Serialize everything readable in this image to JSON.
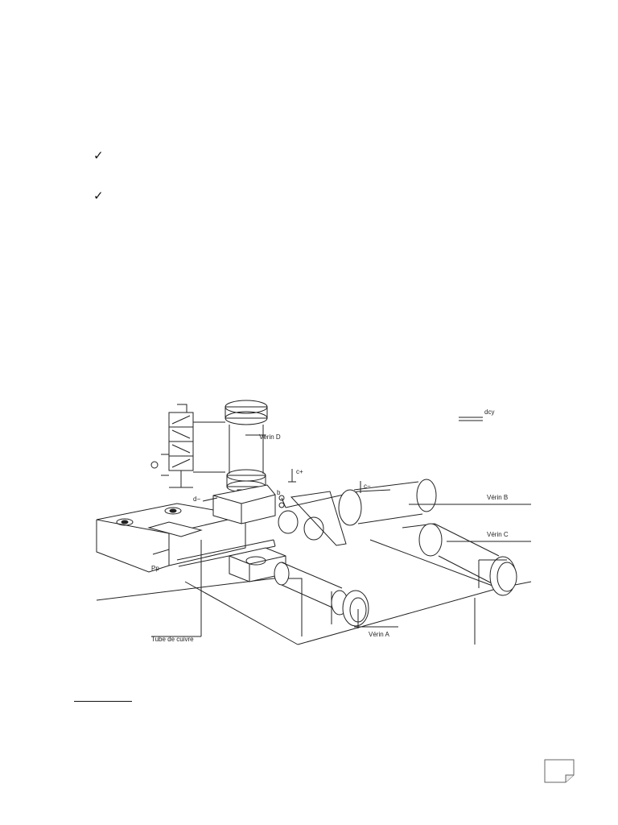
{
  "bullets": [
    {
      "icon": "checkmark-icon",
      "glyph": "✓"
    },
    {
      "icon": "checkmark-icon",
      "glyph": "✓"
    }
  ],
  "figure": {
    "labels": {
      "verin_d": "Vérin D",
      "verin_b": "Vérin B",
      "verin_c": "Vérin C",
      "verin_a": "Vérin A",
      "tube": "Tube de cuivre",
      "dcy": "dcy",
      "c_plus": "c+",
      "c_minus": "c−",
      "d_minus": "d−",
      "b_label": "b",
      "pp": "Pp"
    }
  },
  "footer": {
    "page_icon": "page-corner-icon"
  }
}
